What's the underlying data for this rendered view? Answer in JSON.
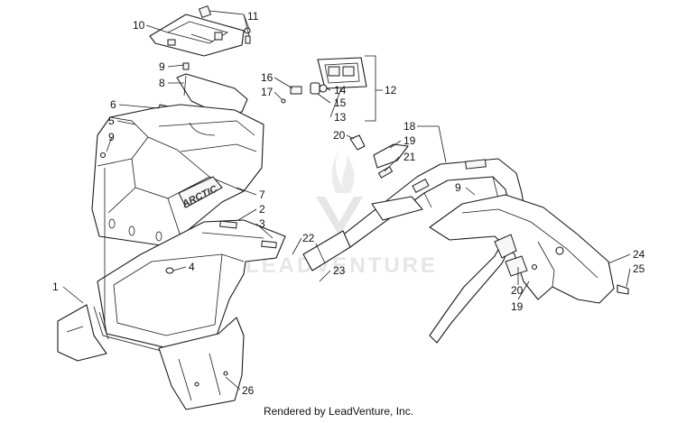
{
  "diagram": {
    "watermark_text": "LEADVENTURE",
    "decal_text": "ARCTIC",
    "callouts": [
      {
        "id": "c1",
        "label": "1"
      },
      {
        "id": "c2",
        "label": "2"
      },
      {
        "id": "c3",
        "label": "3"
      },
      {
        "id": "c4",
        "label": "4"
      },
      {
        "id": "c5",
        "label": "5"
      },
      {
        "id": "c6",
        "label": "6"
      },
      {
        "id": "c7",
        "label": "7"
      },
      {
        "id": "c8",
        "label": "8"
      },
      {
        "id": "c9a",
        "label": "9"
      },
      {
        "id": "c9b",
        "label": "9"
      },
      {
        "id": "c9c",
        "label": "9"
      },
      {
        "id": "c10",
        "label": "10"
      },
      {
        "id": "c11",
        "label": "11"
      },
      {
        "id": "c12",
        "label": "12"
      },
      {
        "id": "c13",
        "label": "13"
      },
      {
        "id": "c14",
        "label": "14"
      },
      {
        "id": "c15",
        "label": "15"
      },
      {
        "id": "c16",
        "label": "16"
      },
      {
        "id": "c17",
        "label": "17"
      },
      {
        "id": "c18",
        "label": "18"
      },
      {
        "id": "c19a",
        "label": "19"
      },
      {
        "id": "c19b",
        "label": "19"
      },
      {
        "id": "c20a",
        "label": "20"
      },
      {
        "id": "c20b",
        "label": "20"
      },
      {
        "id": "c21",
        "label": "21"
      },
      {
        "id": "c22",
        "label": "22"
      },
      {
        "id": "c23",
        "label": "23"
      },
      {
        "id": "c24",
        "label": "24"
      },
      {
        "id": "c25",
        "label": "25"
      },
      {
        "id": "c26",
        "label": "26"
      }
    ]
  },
  "footer": {
    "credit": "Rendered by LeadVenture, Inc."
  }
}
